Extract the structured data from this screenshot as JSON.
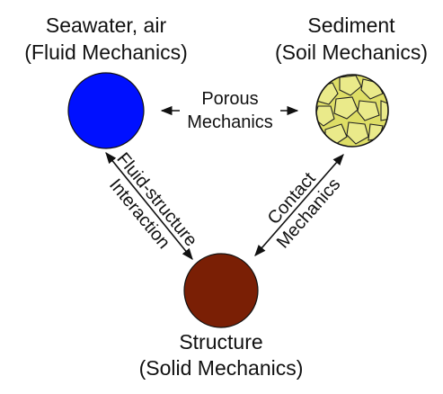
{
  "nodes": {
    "fluid": {
      "line1": "Seawater, air",
      "line2": "(Fluid Mechanics)",
      "color": "#0010ff"
    },
    "sediment": {
      "line1": "Sediment",
      "line2": "(Soil Mechanics)",
      "fill_color": "#dede66",
      "grain_color": "#eaea8a"
    },
    "structure": {
      "line1": "Structure",
      "line2": "(Solid Mechanics)",
      "color": "#7a1f05"
    }
  },
  "edges": {
    "porous": {
      "line1": "Porous",
      "line2": "Mechanics"
    },
    "fsi": {
      "line1": "Fluid-structure",
      "line2": "Interaction"
    },
    "contact": {
      "line1": "Contact",
      "line2": "Mechanics"
    }
  }
}
